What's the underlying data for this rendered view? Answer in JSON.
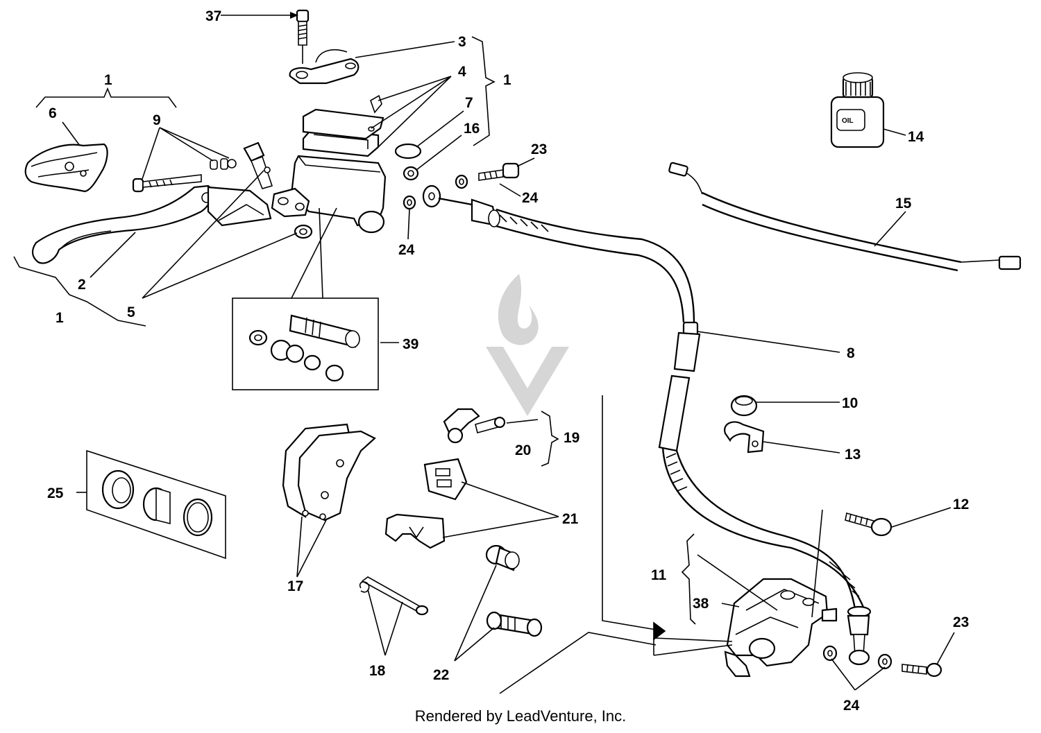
{
  "diagram": {
    "callouts": [
      {
        "id": "c37",
        "label": "37"
      },
      {
        "id": "c3",
        "label": "3"
      },
      {
        "id": "c4",
        "label": "4"
      },
      {
        "id": "c1-top-left",
        "label": "1"
      },
      {
        "id": "c1-right-bracket",
        "label": "1"
      },
      {
        "id": "c6",
        "label": "6"
      },
      {
        "id": "c9",
        "label": "9"
      },
      {
        "id": "c7",
        "label": "7"
      },
      {
        "id": "c16",
        "label": "16"
      },
      {
        "id": "c23-top",
        "label": "23"
      },
      {
        "id": "c24-top-right",
        "label": "24"
      },
      {
        "id": "c24-mid",
        "label": "24"
      },
      {
        "id": "c14",
        "label": "14"
      },
      {
        "id": "c15",
        "label": "15"
      },
      {
        "id": "c2",
        "label": "2"
      },
      {
        "id": "c5",
        "label": "5"
      },
      {
        "id": "c1-bottom-left",
        "label": "1"
      },
      {
        "id": "c39",
        "label": "39"
      },
      {
        "id": "c8",
        "label": "8"
      },
      {
        "id": "c10",
        "label": "10"
      },
      {
        "id": "c13",
        "label": "13"
      },
      {
        "id": "c19",
        "label": "19"
      },
      {
        "id": "c20",
        "label": "20"
      },
      {
        "id": "c25",
        "label": "25"
      },
      {
        "id": "c21",
        "label": "21"
      },
      {
        "id": "c12",
        "label": "12"
      },
      {
        "id": "c11",
        "label": "11"
      },
      {
        "id": "c38",
        "label": "38"
      },
      {
        "id": "c17",
        "label": "17"
      },
      {
        "id": "c23-bottom",
        "label": "23"
      },
      {
        "id": "c18",
        "label": "18"
      },
      {
        "id": "c22",
        "label": "22"
      },
      {
        "id": "c24-bottom",
        "label": "24"
      }
    ],
    "footer": "Rendered by LeadVenture, Inc.",
    "colors": {
      "ink": "#000000",
      "background": "#ffffff",
      "watermark": "#d9d9d9"
    }
  }
}
